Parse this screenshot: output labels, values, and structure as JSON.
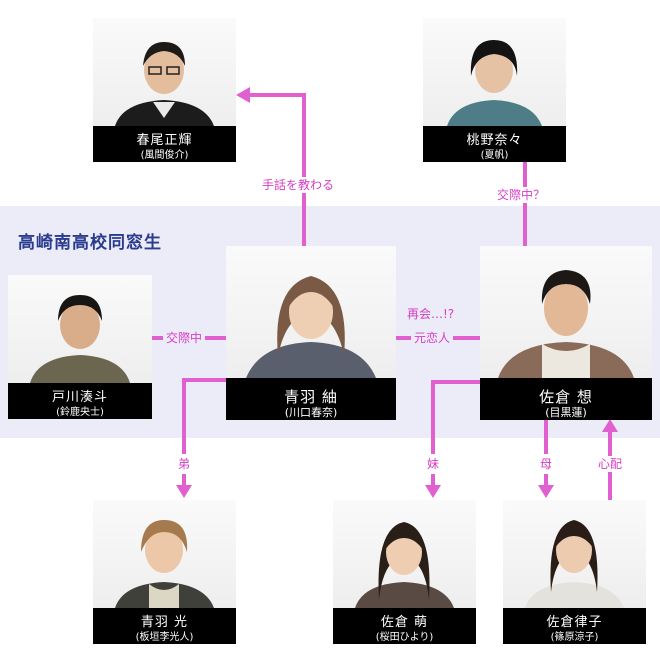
{
  "group": {
    "title": "高崎南高校同窓生"
  },
  "people": {
    "haruo": {
      "name": "春尾正輝",
      "actor": "(風間俊介)"
    },
    "momono": {
      "name": "桃野奈々",
      "actor": "(夏帆)"
    },
    "togawa": {
      "name": "戸川湊斗",
      "actor": "(鈴鹿央士)"
    },
    "tsumugi": {
      "name": "青羽 紬",
      "actor": "(川口春奈)"
    },
    "so": {
      "name": "佐倉 想",
      "actor": "(目黒蓮)"
    },
    "hikari": {
      "name": "青羽 光",
      "actor": "(板垣李光人)"
    },
    "moe": {
      "name": "佐倉 萌",
      "actor": "(桜田ひより)"
    },
    "ritsuko": {
      "name": "佐倉律子",
      "actor": "(篠原涼子)"
    }
  },
  "relations": {
    "sign_language": "手話を教わる",
    "dating_question": "交際中？",
    "dating": "交際中",
    "reunion": "再会…!?",
    "ex_lover": "元恋人",
    "younger_brother": "弟",
    "younger_sister": "妹",
    "mother": "母",
    "worry": "心配"
  },
  "colors": {
    "connector": "#e060d0",
    "label": "#d63ec4",
    "group_band": "#ecebf8",
    "group_title": "#2a3c8f"
  }
}
